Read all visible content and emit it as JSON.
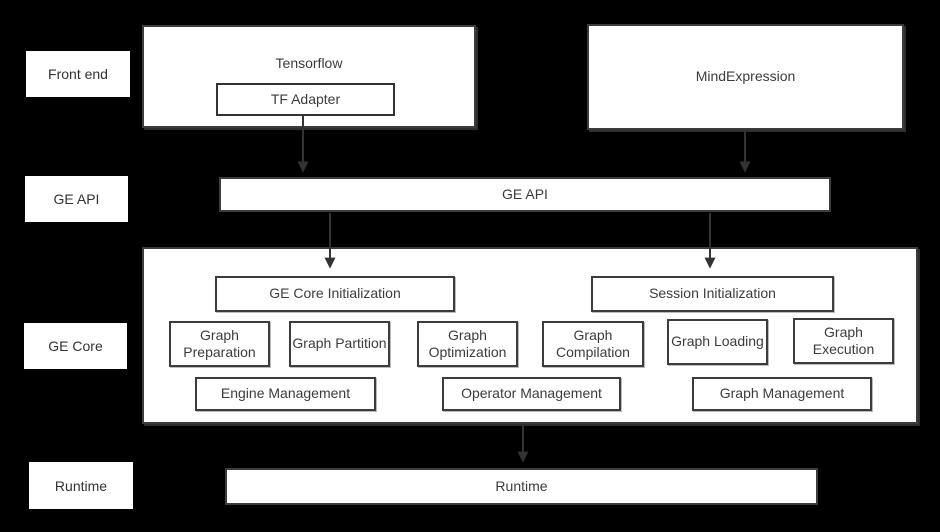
{
  "colors": {
    "background": "#000000",
    "box_fill": "#ffffff",
    "border": "#3c3c3c",
    "text": "#3c3c3c",
    "arrow": "#333333"
  },
  "side_labels": [
    "Front end",
    "GE API",
    "GE Core",
    "Runtime"
  ],
  "diagram": {
    "tensorflow": {
      "title": "Tensorflow",
      "adapter": "TF Adapter"
    },
    "mindexpression": {
      "title": "MindExpression"
    },
    "ge_api": {
      "label": "GE API"
    },
    "ge_core": {
      "initialization": [
        "GE Core Initialization",
        "Session Initialization"
      ],
      "stages": [
        "Graph Preparation",
        "Graph Partition",
        "Graph Optimization",
        "Graph Compilation",
        "Graph Loading",
        "Graph Execution"
      ],
      "management": [
        "Engine Management",
        "Operator Management",
        "Graph Management"
      ]
    },
    "runtime": {
      "label": "Runtime"
    }
  },
  "arrows": [
    {
      "name": "tf-adapter-to-ge-api"
    },
    {
      "name": "mindexpression-to-ge-api"
    },
    {
      "name": "ge-api-to-ge-core-initialization"
    },
    {
      "name": "ge-api-to-session-initialization"
    },
    {
      "name": "ge-core-to-runtime"
    }
  ]
}
